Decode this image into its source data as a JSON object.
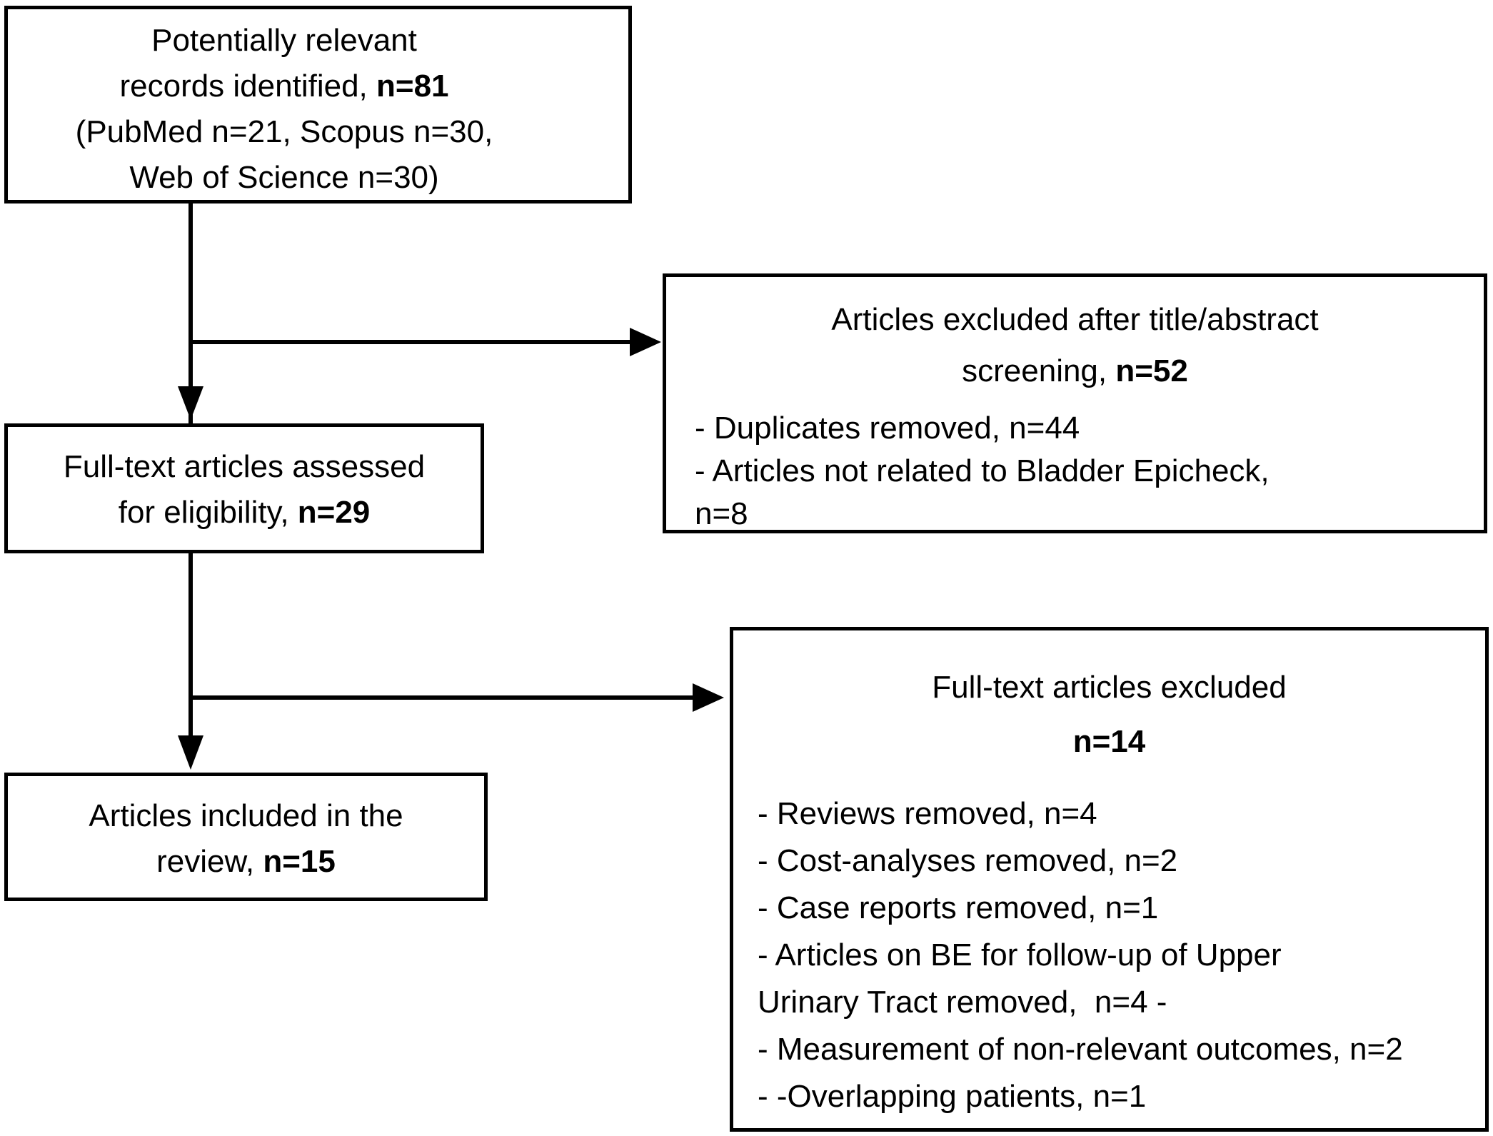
{
  "colors": {
    "line": "#000000",
    "text": "#000000",
    "background": "#ffffff"
  },
  "boxes": {
    "identified": {
      "line1": "Potentially relevant",
      "line2_text": "records identified, ",
      "line2_bold": "n=81",
      "line3": "(PubMed n=21, Scopus n=30,",
      "line4": "Web of Science n=30)"
    },
    "fulltext_assessed": {
      "line1": "Full-text articles assessed",
      "line2_text": "for eligibility, ",
      "line2_bold": "n=29"
    },
    "included": {
      "line1": "Articles included in the",
      "line2_text": "review, ",
      "line2_bold": "n=15"
    },
    "excluded_screening": {
      "title_line1": "Articles excluded after title/abstract",
      "title_line2_text": "screening, ",
      "title_line2_bold": "n=52",
      "items": {
        "0": "- Duplicates removed, n=44",
        "1": "- Articles not related to Bladder Epicheck,",
        "2": "n=8"
      }
    },
    "excluded_fulltext": {
      "title_line1": "Full-text articles excluded",
      "title_line2_bold": "n=14",
      "items": {
        "0": "- Reviews removed, n=4",
        "1": "- Cost-analyses removed, n=2",
        "2": "- Case reports removed, n=1",
        "3": "- Articles on BE for follow-up of Upper",
        "4": "Urinary Tract removed,  n=4 -",
        "5": "- Measurement of non-relevant outcomes, n=2",
        "6": "- -Overlapping patients, n=1"
      }
    }
  }
}
